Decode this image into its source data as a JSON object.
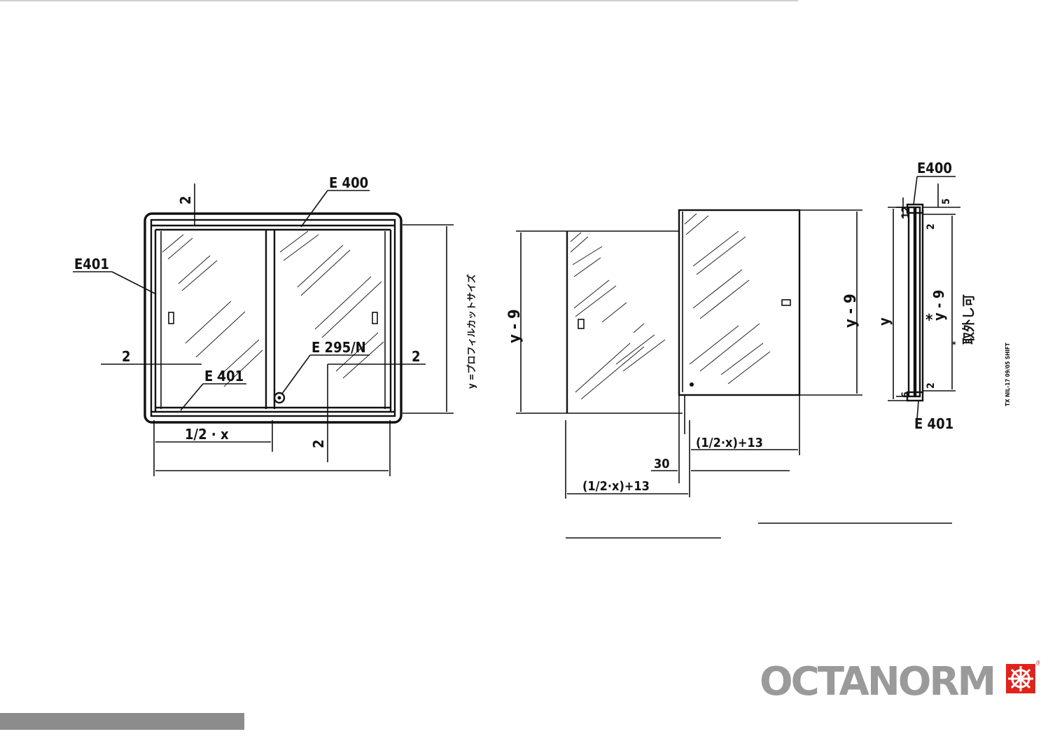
{
  "front_view": {
    "label_top_frame": "E 400",
    "label_side_frame": "E401",
    "label_bottom_frame": "E 401",
    "label_lock": "E 295/N",
    "dim_top_gap": "2",
    "dim_left_gap": "2",
    "dim_right_gap": "2",
    "dim_bottom_gap": "2",
    "dim_half_width": "1/2 · x",
    "dim_height_note": "y =プロフィルカットサイズ"
  },
  "doors_view": {
    "dim_left_height": "y - 9",
    "dim_right_height": "y - 9",
    "dim_right_width": "(1/2·x)+13",
    "dim_overlap": "30",
    "dim_left_width": "(1/2·x)+13"
  },
  "section_view": {
    "label_top": "E400",
    "label_bottom": "E 401",
    "dim_12": "12",
    "dim_5": "5",
    "dim_top_2": "2",
    "dim_bottom_2": "2",
    "dim_6": "6",
    "dim_y": "y",
    "dim_y9": "y - 9",
    "asterisk": "*",
    "note_removable": "取外し可",
    "note_asterisk": "*",
    "drawing_code": "TX NIL-17 09/05 SHIFT"
  },
  "brand": {
    "name": "OCTANORM",
    "registered": "®",
    "accent_color": "#e2231a",
    "text_color": "#9a9a9a"
  }
}
